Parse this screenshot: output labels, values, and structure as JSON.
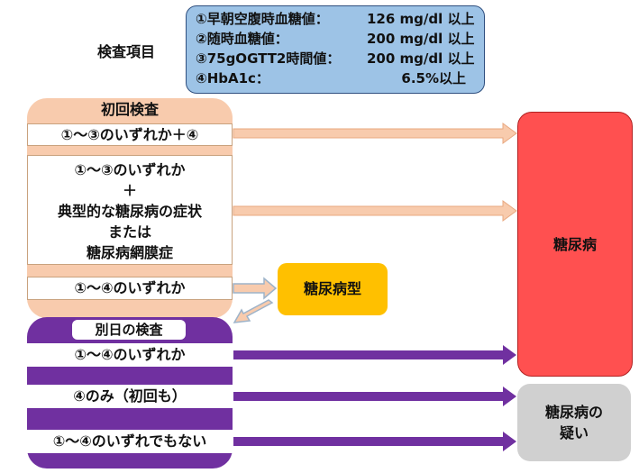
{
  "labels": {
    "kensa_koumoku": "検査項目"
  },
  "criteria": [
    {
      "name": "①早朝空腹時血糖値：",
      "value": "126 mg/dl 以上"
    },
    {
      "name": "②随時血糖値：",
      "value": "200 mg/dl 以上"
    },
    {
      "name": "③75gOGTT2時間値：",
      "value": "200 mg/dl 以上"
    },
    {
      "name": "④HbA1c：",
      "value": "6.5%以上"
    }
  ],
  "initial": {
    "title": "初回検査",
    "box1": "①～③のいずれか＋④",
    "box2_lines": [
      "①～③のいずれか",
      "＋",
      "典型的な糖尿病の症状",
      "または",
      "糖尿病網膜症"
    ],
    "box3": "①～④のいずれか"
  },
  "followup": {
    "title": "別日の検査",
    "box1": "①～④のいずれか",
    "box2": "④のみ（初回も）",
    "box3": "①～④のいずれでもない"
  },
  "outcomes": {
    "type": "糖尿病型",
    "diabetes": "糖尿病",
    "suspect_lines": [
      "糖尿病の",
      "疑い"
    ]
  },
  "colors": {
    "criteria_bg": "#9dc3e6",
    "initial_bg": "#f8cbad",
    "followup_bg": "#7030a0",
    "type_bg": "#ffc000",
    "diabetes_bg": "#ff5050",
    "suspect_bg": "#d0d0d0"
  }
}
